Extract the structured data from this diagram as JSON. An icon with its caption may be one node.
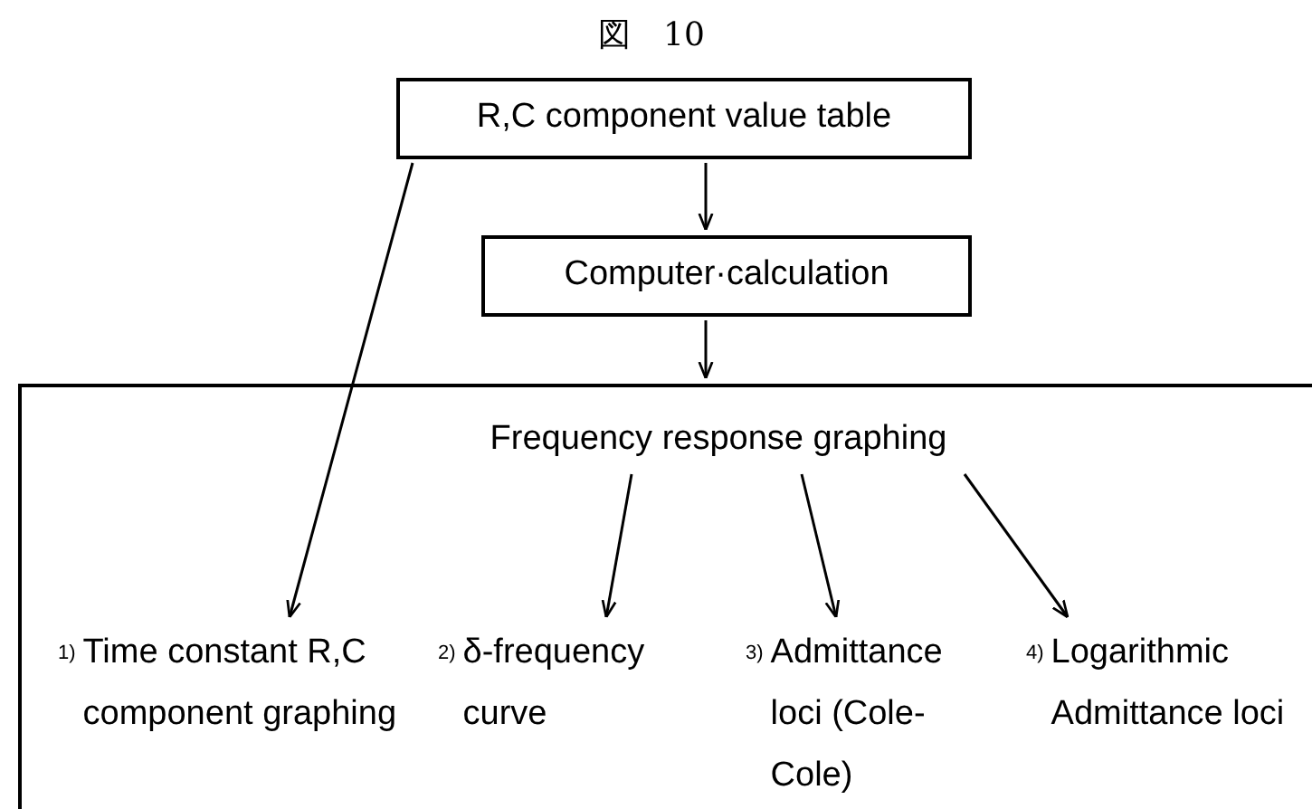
{
  "diagram": {
    "title": "図　10",
    "nodes": [
      {
        "text": [
          "R,C component value table"
        ]
      },
      {
        "text": [
          "Computer·calculation"
        ]
      },
      {
        "text": [],
        "shape": "box"
      },
      {
        "text": [
          "Frequency response graphing"
        ],
        "in": 2
      },
      {
        "text": [
          "1)",
          "Time constant R,C component graphing"
        ],
        "in": 2
      },
      {
        "text": [
          "2)",
          "δ-frequency curve"
        ],
        "in": 2
      },
      {
        "text": [
          "3)",
          "Admittance loci (Cole-Cole)"
        ],
        "in": 2
      },
      {
        "text": [
          "4)",
          "Logarithmic Admittance loci"
        ],
        "in": 2
      }
    ],
    "edges": [
      {
        "from": 0,
        "to": 1,
        "arrow": "to"
      },
      {
        "from": 1,
        "to": 2,
        "arrow": "to"
      },
      {
        "from": 0,
        "to": 4,
        "arrow": "to"
      },
      {
        "from": 3,
        "to": 5,
        "arrow": "to"
      },
      {
        "from": 3,
        "to": 6,
        "arrow": "to"
      },
      {
        "from": 3,
        "to": 7,
        "arrow": "to"
      }
    ]
  }
}
